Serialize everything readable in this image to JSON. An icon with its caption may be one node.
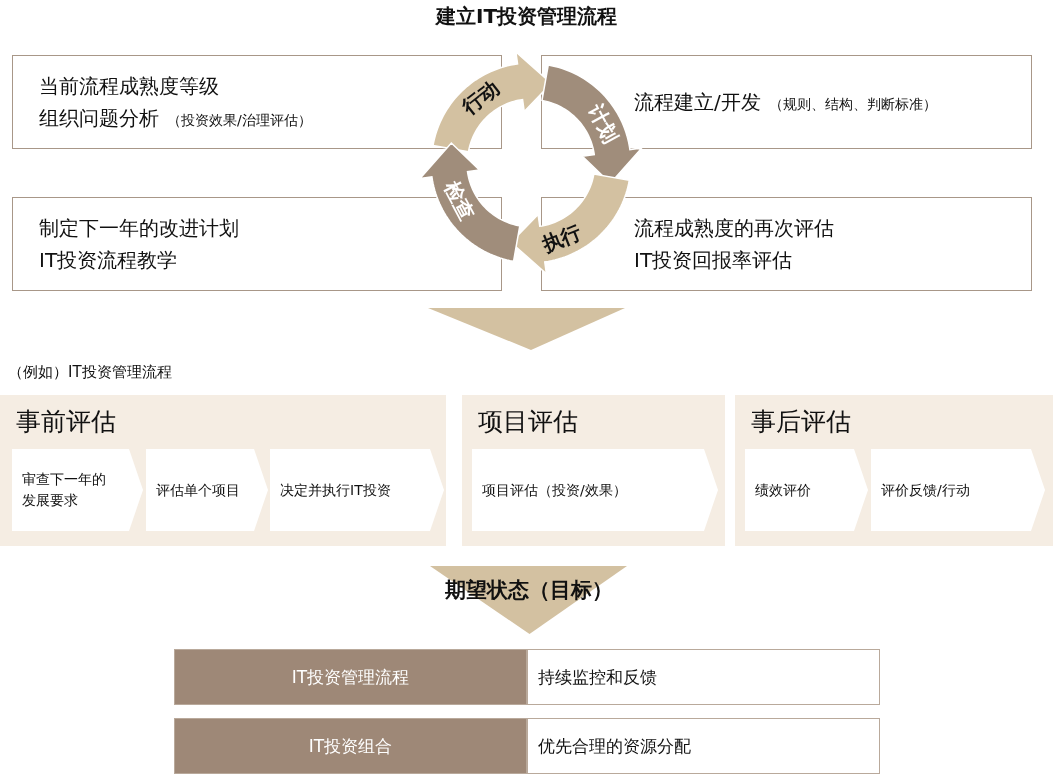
{
  "diagram": {
    "title": "建立IT投资管理流程",
    "nodes": [
      {
        "text": [
          "当前流程成熟度等级",
          "组织问题分析",
          "（投资效果/治理评估）"
        ]
      },
      {
        "text": [
          "流程建立/开发",
          "（规则、结构、判断标准）"
        ]
      },
      {
        "text": [
          "制定下一年的改进计划",
          "IT投资流程教学"
        ]
      },
      {
        "text": [
          "流程成熟度的再次评估",
          "IT投资回报率评估"
        ]
      },
      {
        "text": [
          "行动"
        ]
      },
      {
        "text": [
          "计划"
        ]
      },
      {
        "text": [
          "执行"
        ]
      },
      {
        "text": [
          "检查"
        ]
      },
      {
        "text": [
          "事前评估"
        ]
      },
      {
        "text": [
          "审查下一年的发展要求"
        ],
        "in": 8
      },
      {
        "text": [
          "评估单个项目"
        ],
        "in": 8
      },
      {
        "text": [
          "决定并执行IT投资"
        ],
        "in": 8
      },
      {
        "text": [
          "项目评估"
        ]
      },
      {
        "text": [
          "项目评估（投资/效果）"
        ],
        "in": 12
      },
      {
        "text": [
          "事后评估"
        ]
      },
      {
        "text": [
          "绩效评价"
        ],
        "in": 14
      },
      {
        "text": [
          "评价反馈/行动"
        ],
        "in": 14
      },
      {
        "text": [
          "期望状态（目标）"
        ]
      },
      {
        "text": [
          "IT投资管理流程"
        ]
      },
      {
        "text": [
          "持续监控和反馈"
        ]
      },
      {
        "text": [
          "IT投资组合"
        ]
      },
      {
        "text": [
          "优先合理的资源分配"
        ]
      }
    ],
    "labels": [
      "（例如）IT投资管理流程"
    ]
  }
}
